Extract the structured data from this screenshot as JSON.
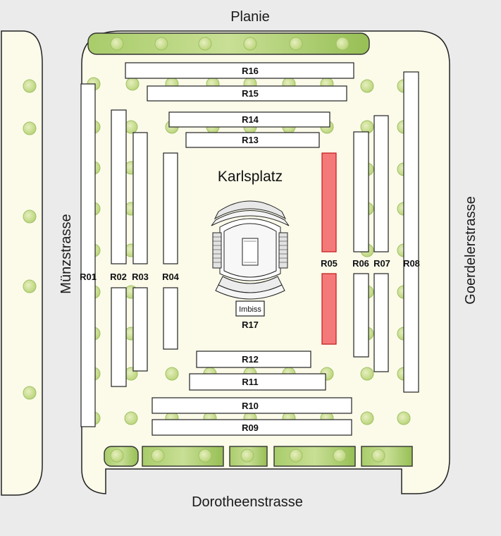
{
  "colors": {
    "background": "#ebebeb",
    "plaza": "#fcfbea",
    "stall": "#ffffff",
    "stall_selected": "#f47a7a",
    "tree": "#c7dc8f",
    "hedge": "#9bc25c"
  },
  "streets": {
    "north": "Planie",
    "south": "Dorotheenstrasse",
    "west": "Münzstrasse",
    "east": "Goerdelerstrasse"
  },
  "plaza": {
    "name": "Karlsplatz"
  },
  "kiosk": {
    "label": "Imbiss",
    "code": "R17"
  },
  "stalls": {
    "R01": "R01",
    "R02": "R02",
    "R03": "R03",
    "R04": "R04",
    "R05": "R05",
    "R06": "R06",
    "R07": "R07",
    "R08": "R08",
    "R09": "R09",
    "R10": "R10",
    "R11": "R11",
    "R12": "R12",
    "R13": "R13",
    "R14": "R14",
    "R15": "R15",
    "R16": "R16"
  },
  "selected_stall": "R05",
  "icons": {
    "tree": "tree-icon",
    "monument": "monument-icon"
  }
}
